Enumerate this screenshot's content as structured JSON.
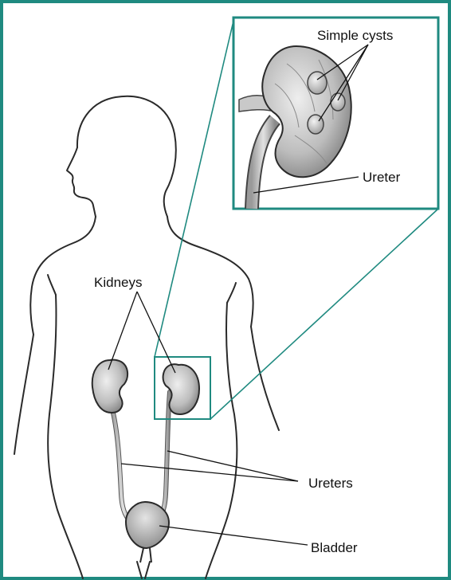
{
  "labels": {
    "simple_cysts": "Simple cysts",
    "ureter": "Ureter",
    "kidneys": "Kidneys",
    "ureters": "Ureters",
    "bladder": "Bladder"
  },
  "colors": {
    "frame": "#1f8a80",
    "inset_frame": "#1f8a80",
    "outline": "#2a2a2a",
    "kidney_fill": "#c8c8c8",
    "bladder_fill": "#bdbdbd",
    "background": "#ffffff"
  }
}
